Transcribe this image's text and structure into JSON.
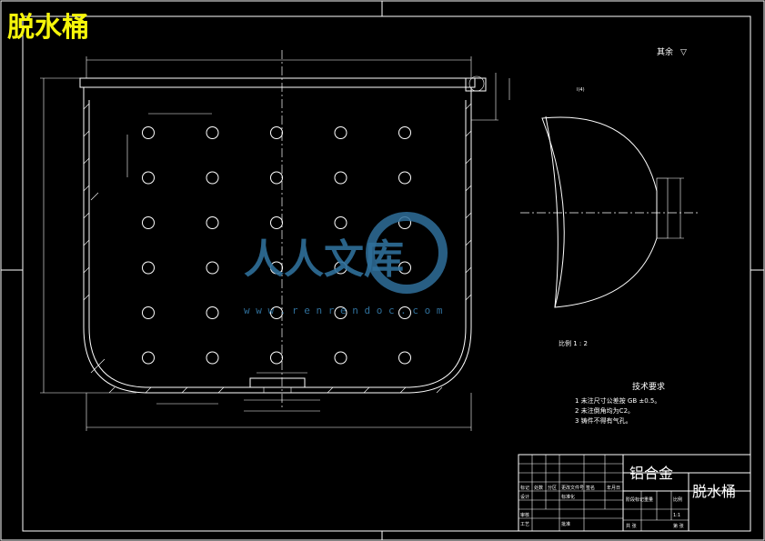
{
  "drawing": {
    "title": "脱水桶",
    "material": "铝合金",
    "part_name": "脱水桶",
    "roughness_note": "其余",
    "roughness_symbol": "▽",
    "detail_scale_label": "比例 1 : 2",
    "detail_label": "I(4)",
    "tech_requirements": {
      "heading": "技术要求",
      "items": [
        "1 未注尺寸公差按 GB ±0.5。",
        "2 未注倒角均为C2。",
        "3 铸件不得有气孔。"
      ]
    },
    "title_block": {
      "small_labels": [
        "标记",
        "处数",
        "分区",
        "更改文件号",
        "签名",
        "年月日",
        "设计",
        "标准化",
        "阶段标记",
        "重量",
        "比例",
        "审核",
        "工艺",
        "批准",
        "共 张",
        "第 张"
      ],
      "scale_value": "1:1"
    },
    "hole_pattern": {
      "rows": 6,
      "cols": 5
    }
  },
  "watermark": {
    "text": "人人文库",
    "url": "w w w . r e n r e n d o c . c o m"
  }
}
